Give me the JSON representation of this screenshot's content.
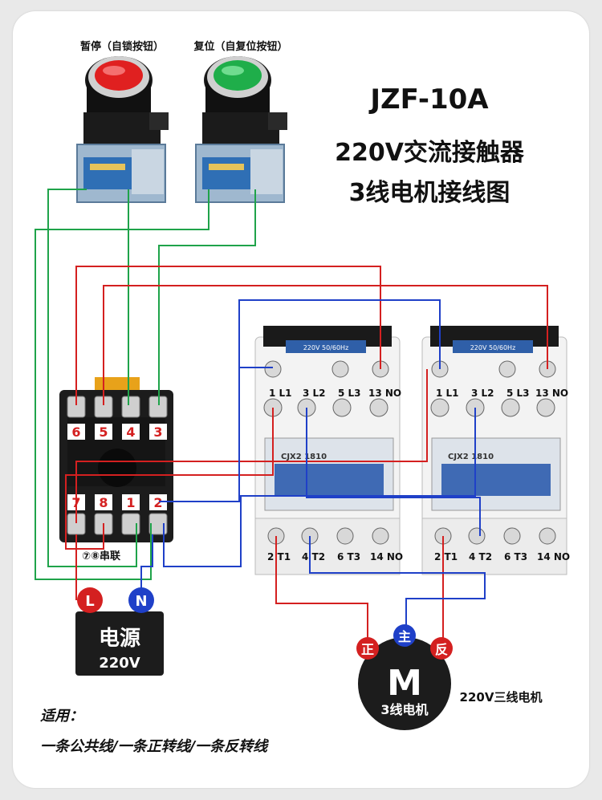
{
  "title": {
    "model": "JZF-10A",
    "line1": "220V交流接触器",
    "line2": "3线电机接线图"
  },
  "buttons": {
    "pause_label": "暂停（自锁按钮）",
    "reset_label": "复位（自复位按钮）"
  },
  "relay": {
    "top": [
      "6",
      "5",
      "4",
      "3"
    ],
    "bottom": [
      "7",
      "8",
      "1",
      "2"
    ],
    "series_note": "⑦⑧串联"
  },
  "contactor": {
    "rating": "220V 50/60Hz",
    "model": "CJX2 1810",
    "top": [
      "1 L1",
      "3 L2",
      "5 L3",
      "13 NO"
    ],
    "bottom": [
      "2 T1",
      "4 T2",
      "6 T3",
      "14 NO"
    ]
  },
  "power": {
    "live": "L",
    "neutral": "N",
    "title": "电源",
    "voltage": "220V"
  },
  "motor": {
    "forward": "正",
    "common": "主",
    "reverse": "反",
    "symbol": "M",
    "name": "3线电机",
    "description": "220V三线电机"
  },
  "notes": {
    "heading": "适用：",
    "detail": "一条公共线/一条正转线/一条反转线"
  },
  "colors": {
    "live_wire": "#d42020",
    "neutral_wire": "#1f40c8",
    "control_wire": "#1fa34a"
  }
}
